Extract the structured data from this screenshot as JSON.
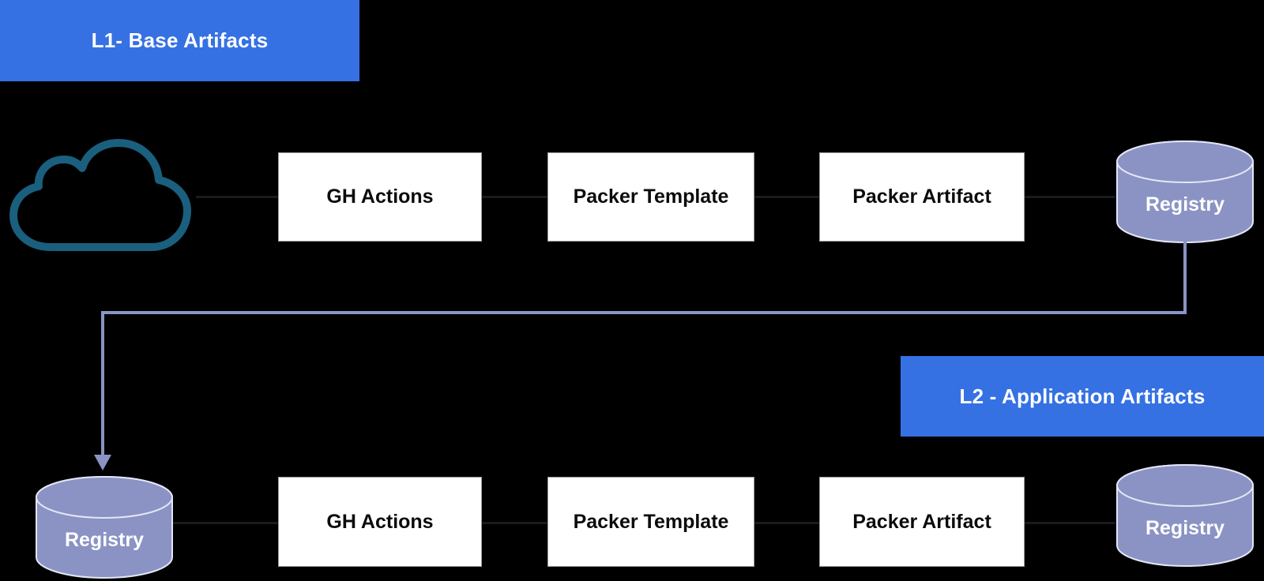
{
  "background": "#000000",
  "colors": {
    "bg": "#000000",
    "banner_blue": "#3571e3",
    "banner_text": "#ffffff",
    "box_bg": "#ffffff",
    "box_text": "#0b0b0b",
    "cylinder_fill": "#8a93c3",
    "cylinder_stroke": "#e3e6f5",
    "cylinder_text": "#ffffff",
    "cloud_stroke": "#1a5f7e",
    "connector_dark": "#191a20",
    "connector_purple": "#8b93c4"
  },
  "l1_banner": {
    "label": "L1- Base Artifacts"
  },
  "l2_banner": {
    "label": "L2 - Application Artifacts"
  },
  "icons": {
    "source": "cloud-icon",
    "registry": "database-cylinder-icon"
  },
  "top_row": {
    "boxes": [
      "GH Actions",
      "Packer Template",
      "Packer Artifact"
    ],
    "registry_label": "Registry"
  },
  "bottom_row": {
    "registry_left_label": "Registry",
    "boxes": [
      "GH Actions",
      "Packer Template",
      "Packer Artifact"
    ],
    "registry_right_label": "Registry"
  }
}
